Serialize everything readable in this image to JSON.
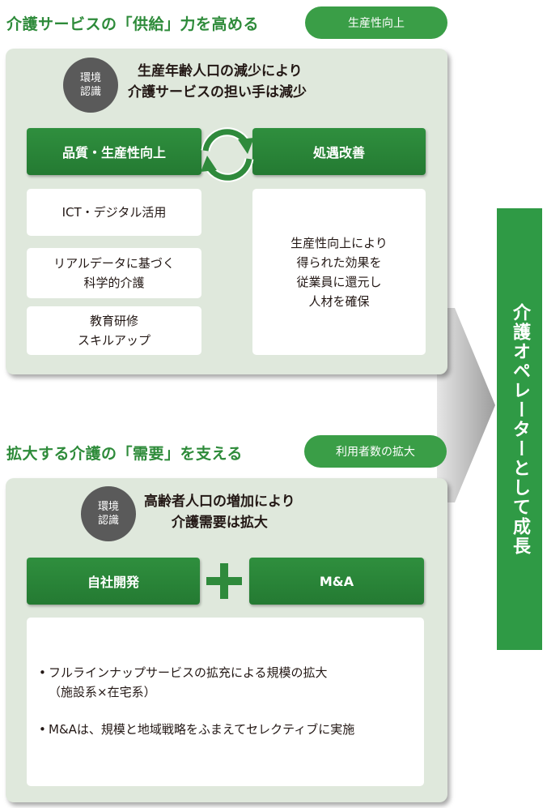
{
  "supply": {
    "heading": "介護サービスの「供給」力を高める",
    "pill": "生産性向上",
    "badge_line1": "環境",
    "badge_line2": "認識",
    "context_line1": "生産年齢人口の減少により",
    "context_line2": "介護サービスの担い手は減少",
    "left_header": "品質・生産性向上",
    "right_header": "処遇改善",
    "left_items": [
      {
        "line1": "ICT・デジタル活用",
        "line2": ""
      },
      {
        "line1": "リアルデータに基づく",
        "line2": "科学的介護"
      },
      {
        "line1": "教育研修",
        "line2": "スキルアップ"
      }
    ],
    "right_text": [
      "生産性向上により",
      "得られた効果を",
      "従業員に還元し",
      "人材を確保"
    ]
  },
  "demand": {
    "heading": "拡大する介護の「需要」を支える",
    "pill": "利用者数の拡大",
    "badge_line1": "環境",
    "badge_line2": "認識",
    "context_line1": "高齢者人口の増加により",
    "context_line2": "介護需要は拡大",
    "left_header": "自社開発",
    "right_header": "M&A",
    "bullets": [
      {
        "line1": "フルラインナップサービスの拡充による規模の拡大",
        "line2": "（施設系×在宅系）"
      },
      {
        "line1": "M&Aは、規模と地域戦略をふまえてセレクティブに実施",
        "line2": ""
      }
    ]
  },
  "outcome": {
    "label": "介護オペレーターとして成長"
  },
  "colors": {
    "brand_green": "#2e8b3a",
    "panel_bg": "#dfe8dc",
    "badge_gray": "#5a5a5a"
  },
  "icons": {
    "cycle": "cycle-arrows-icon",
    "plus": "plus-icon",
    "arrow": "right-arrow-icon"
  }
}
